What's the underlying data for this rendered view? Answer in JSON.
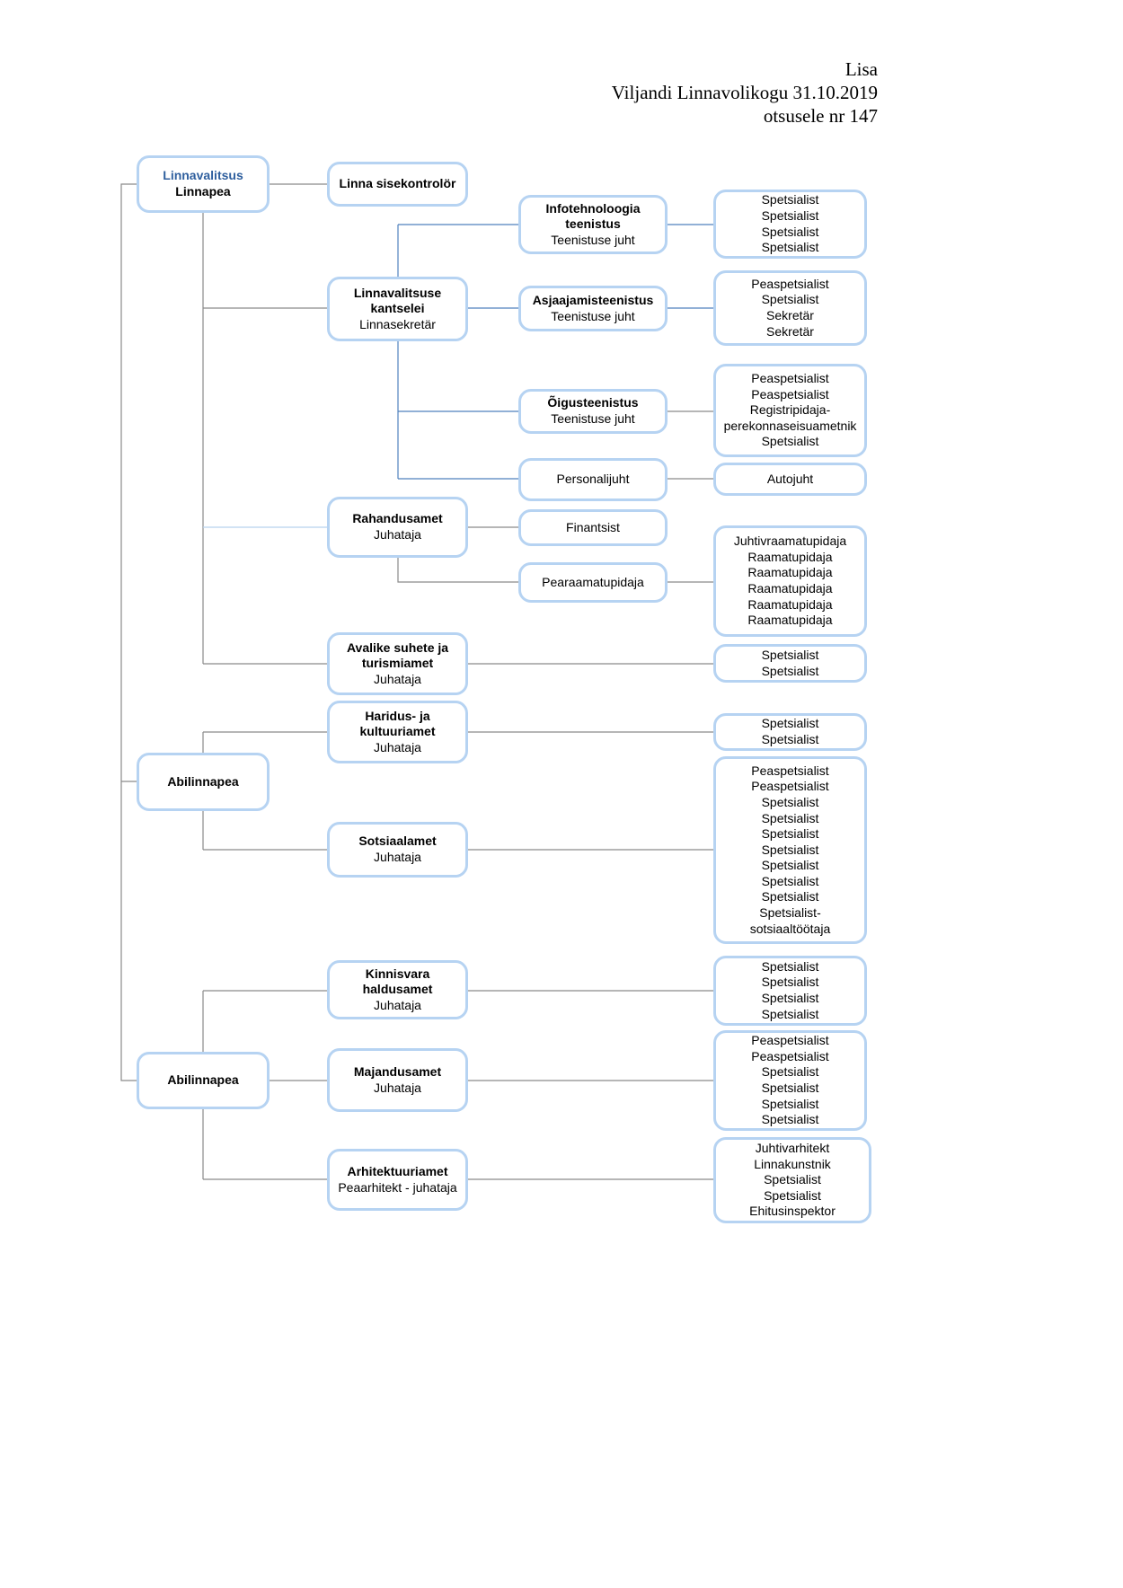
{
  "header": {
    "line1": "Lisa",
    "line2": "Viljandi Linnavolikogu 31.10.2019",
    "line3": "otsusele nr 147"
  },
  "colors": {
    "box_border": "#b6d3f2",
    "line_gray": "#8a8a8a",
    "line_blue": "#4f81bd",
    "line_lightblue": "#b8d2ee",
    "title_accent": "#2f5f9e"
  },
  "nodes": {
    "linnavalitsus": {
      "title": "Linnavalitsus",
      "subtitle": "Linnapea"
    },
    "sisekontrolor": {
      "title": "Linna sisekontrolör"
    },
    "kantselei": {
      "title_lines": [
        "Linnavalitsuse",
        "kantselei"
      ],
      "subtitle": "Linnasekretär"
    },
    "it": {
      "title_lines": [
        "Infotehnoloogia",
        "teenistus"
      ],
      "subtitle": "Teenistuse juht"
    },
    "asjaajamine": {
      "title": "Asjaajamisteenistus",
      "subtitle": "Teenistuse juht"
    },
    "oigus": {
      "title": "Õigusteenistus",
      "subtitle": "Teenistuse juht"
    },
    "personal": {
      "subtitle": "Personalijuht"
    },
    "rahandus": {
      "title": "Rahandusamet",
      "subtitle": "Juhataja"
    },
    "finantsist": {
      "subtitle": "Finantsist"
    },
    "pearaamat": {
      "subtitle": "Pearaamatupidaja"
    },
    "avalike": {
      "title_lines": [
        "Avalike suhete ja",
        "turismiamet"
      ],
      "subtitle": "Juhataja"
    },
    "abilinnapea1": {
      "title": "Abilinnapea"
    },
    "haridus": {
      "title_lines": [
        "Haridus- ja",
        "kultuuriamet"
      ],
      "subtitle": "Juhataja"
    },
    "sotsiaal": {
      "title": "Sotsiaalamet",
      "subtitle": "Juhataja"
    },
    "abilinnapea2": {
      "title": "Abilinnapea"
    },
    "kinnisvara": {
      "title_lines": [
        "Kinnisvara",
        "haldusamet"
      ],
      "subtitle": "Juhataja"
    },
    "majandus": {
      "title": "Majandusamet",
      "subtitle": "Juhataja"
    },
    "arhitektuur": {
      "title": "Arhitektuuriamet",
      "subtitle": "Peaarhitekt - juhataja"
    }
  },
  "staff": {
    "it": [
      "Spetsialist",
      "Spetsialist",
      "Spetsialist",
      "Spetsialist"
    ],
    "asjaajamine": [
      "Peaspetsialist",
      "Spetsialist",
      "Sekretär",
      "Sekretär"
    ],
    "oigus": [
      "Peaspetsialist",
      "Peaspetsialist",
      "Registripidaja-",
      "perekonnaseisuametnik",
      "Spetsialist"
    ],
    "personal": [
      "Autojuht"
    ],
    "pearaamat": [
      "Juhtivraamatupidaja",
      "Raamatupidaja",
      "Raamatupidaja",
      "Raamatupidaja",
      "Raamatupidaja",
      "Raamatupidaja"
    ],
    "avalike": [
      "Spetsialist",
      "Spetsialist"
    ],
    "haridus": [
      "Spetsialist",
      "Spetsialist"
    ],
    "sotsiaal": [
      "Peaspetsialist",
      "Peaspetsialist",
      "Spetsialist",
      "Spetsialist",
      "Spetsialist",
      "Spetsialist",
      "Spetsialist",
      "Spetsialist",
      "Spetsialist",
      "Spetsialist-",
      "sotsiaaltöötaja"
    ],
    "kinnisvara": [
      "Spetsialist",
      "Spetsialist",
      "Spetsialist",
      "Spetsialist"
    ],
    "majandus": [
      "Peaspetsialist",
      "Peaspetsialist",
      "Spetsialist",
      "Spetsialist",
      "Spetsialist",
      "Spetsialist"
    ],
    "arhitektuur": [
      "Juhtivarhitekt",
      "Linnakunstnik",
      "Spetsialist",
      "Spetsialist",
      "Ehitusinspektor"
    ]
  }
}
